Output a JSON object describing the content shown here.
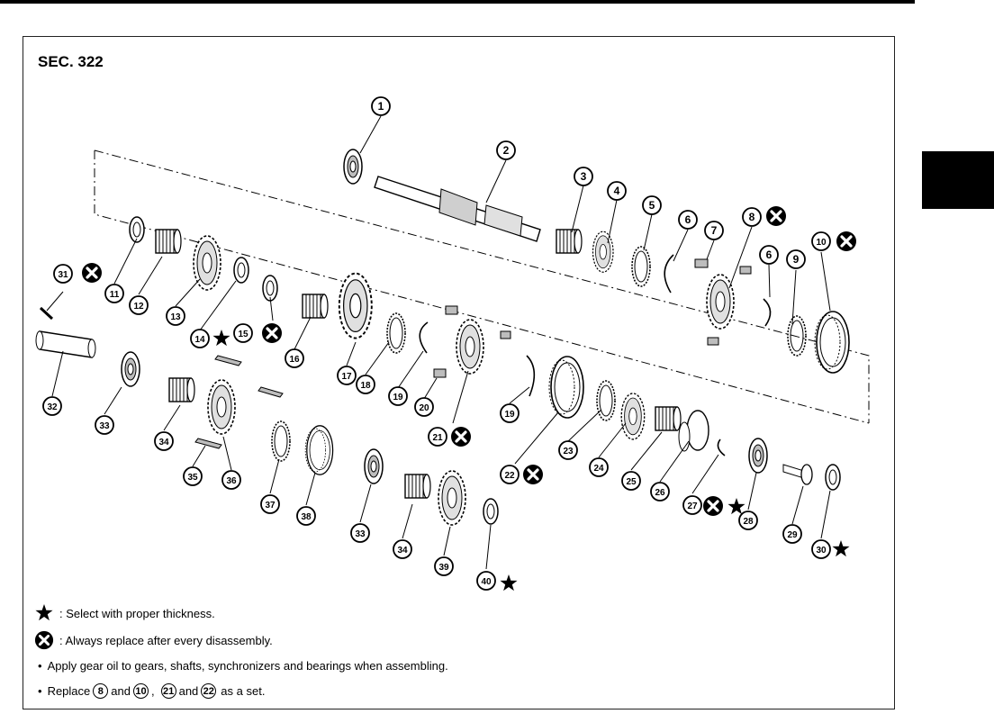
{
  "section_label": "SEC. 322",
  "callouts": [
    {
      "num": "1"
    },
    {
      "num": "2"
    },
    {
      "num": "3"
    },
    {
      "num": "4"
    },
    {
      "num": "5"
    },
    {
      "num": "6"
    },
    {
      "num": "7"
    },
    {
      "num": "8"
    },
    {
      "num": "9"
    },
    {
      "num": "10"
    },
    {
      "num": "11"
    },
    {
      "num": "12"
    },
    {
      "num": "13"
    },
    {
      "num": "14"
    },
    {
      "num": "15"
    },
    {
      "num": "6"
    },
    {
      "num": "16"
    },
    {
      "num": "17"
    },
    {
      "num": "18"
    },
    {
      "num": "19"
    },
    {
      "num": "20"
    },
    {
      "num": "21"
    },
    {
      "num": "19"
    },
    {
      "num": "22"
    },
    {
      "num": "23"
    },
    {
      "num": "24"
    },
    {
      "num": "25"
    },
    {
      "num": "26"
    },
    {
      "num": "27"
    },
    {
      "num": "28"
    },
    {
      "num": "29"
    },
    {
      "num": "30"
    },
    {
      "num": "31"
    },
    {
      "num": "32"
    },
    {
      "num": "33"
    },
    {
      "num": "34"
    },
    {
      "num": "35"
    },
    {
      "num": "36"
    },
    {
      "num": "37"
    },
    {
      "num": "38"
    },
    {
      "num": "33"
    },
    {
      "num": "34"
    },
    {
      "num": "39"
    },
    {
      "num": "40"
    }
  ],
  "legend": {
    "star_text": ": Select with proper thickness.",
    "replace_text": ": Always replace after every disassembly."
  },
  "notes": {
    "bullet": "•",
    "gear_oil": "Apply gear oil to gears, shafts, synchronizers and bearings when assembling.",
    "replace_prefix": "Replace",
    "num_a": "8",
    "and_1": "and",
    "num_b": "10",
    "comma": ",",
    "num_c": "21",
    "and_2": "and",
    "num_d": "22",
    "suffix": "as a set."
  },
  "colors": {
    "line": "#000000",
    "part_fill": "#ffffff",
    "part_shade": "#bdbdbd"
  }
}
